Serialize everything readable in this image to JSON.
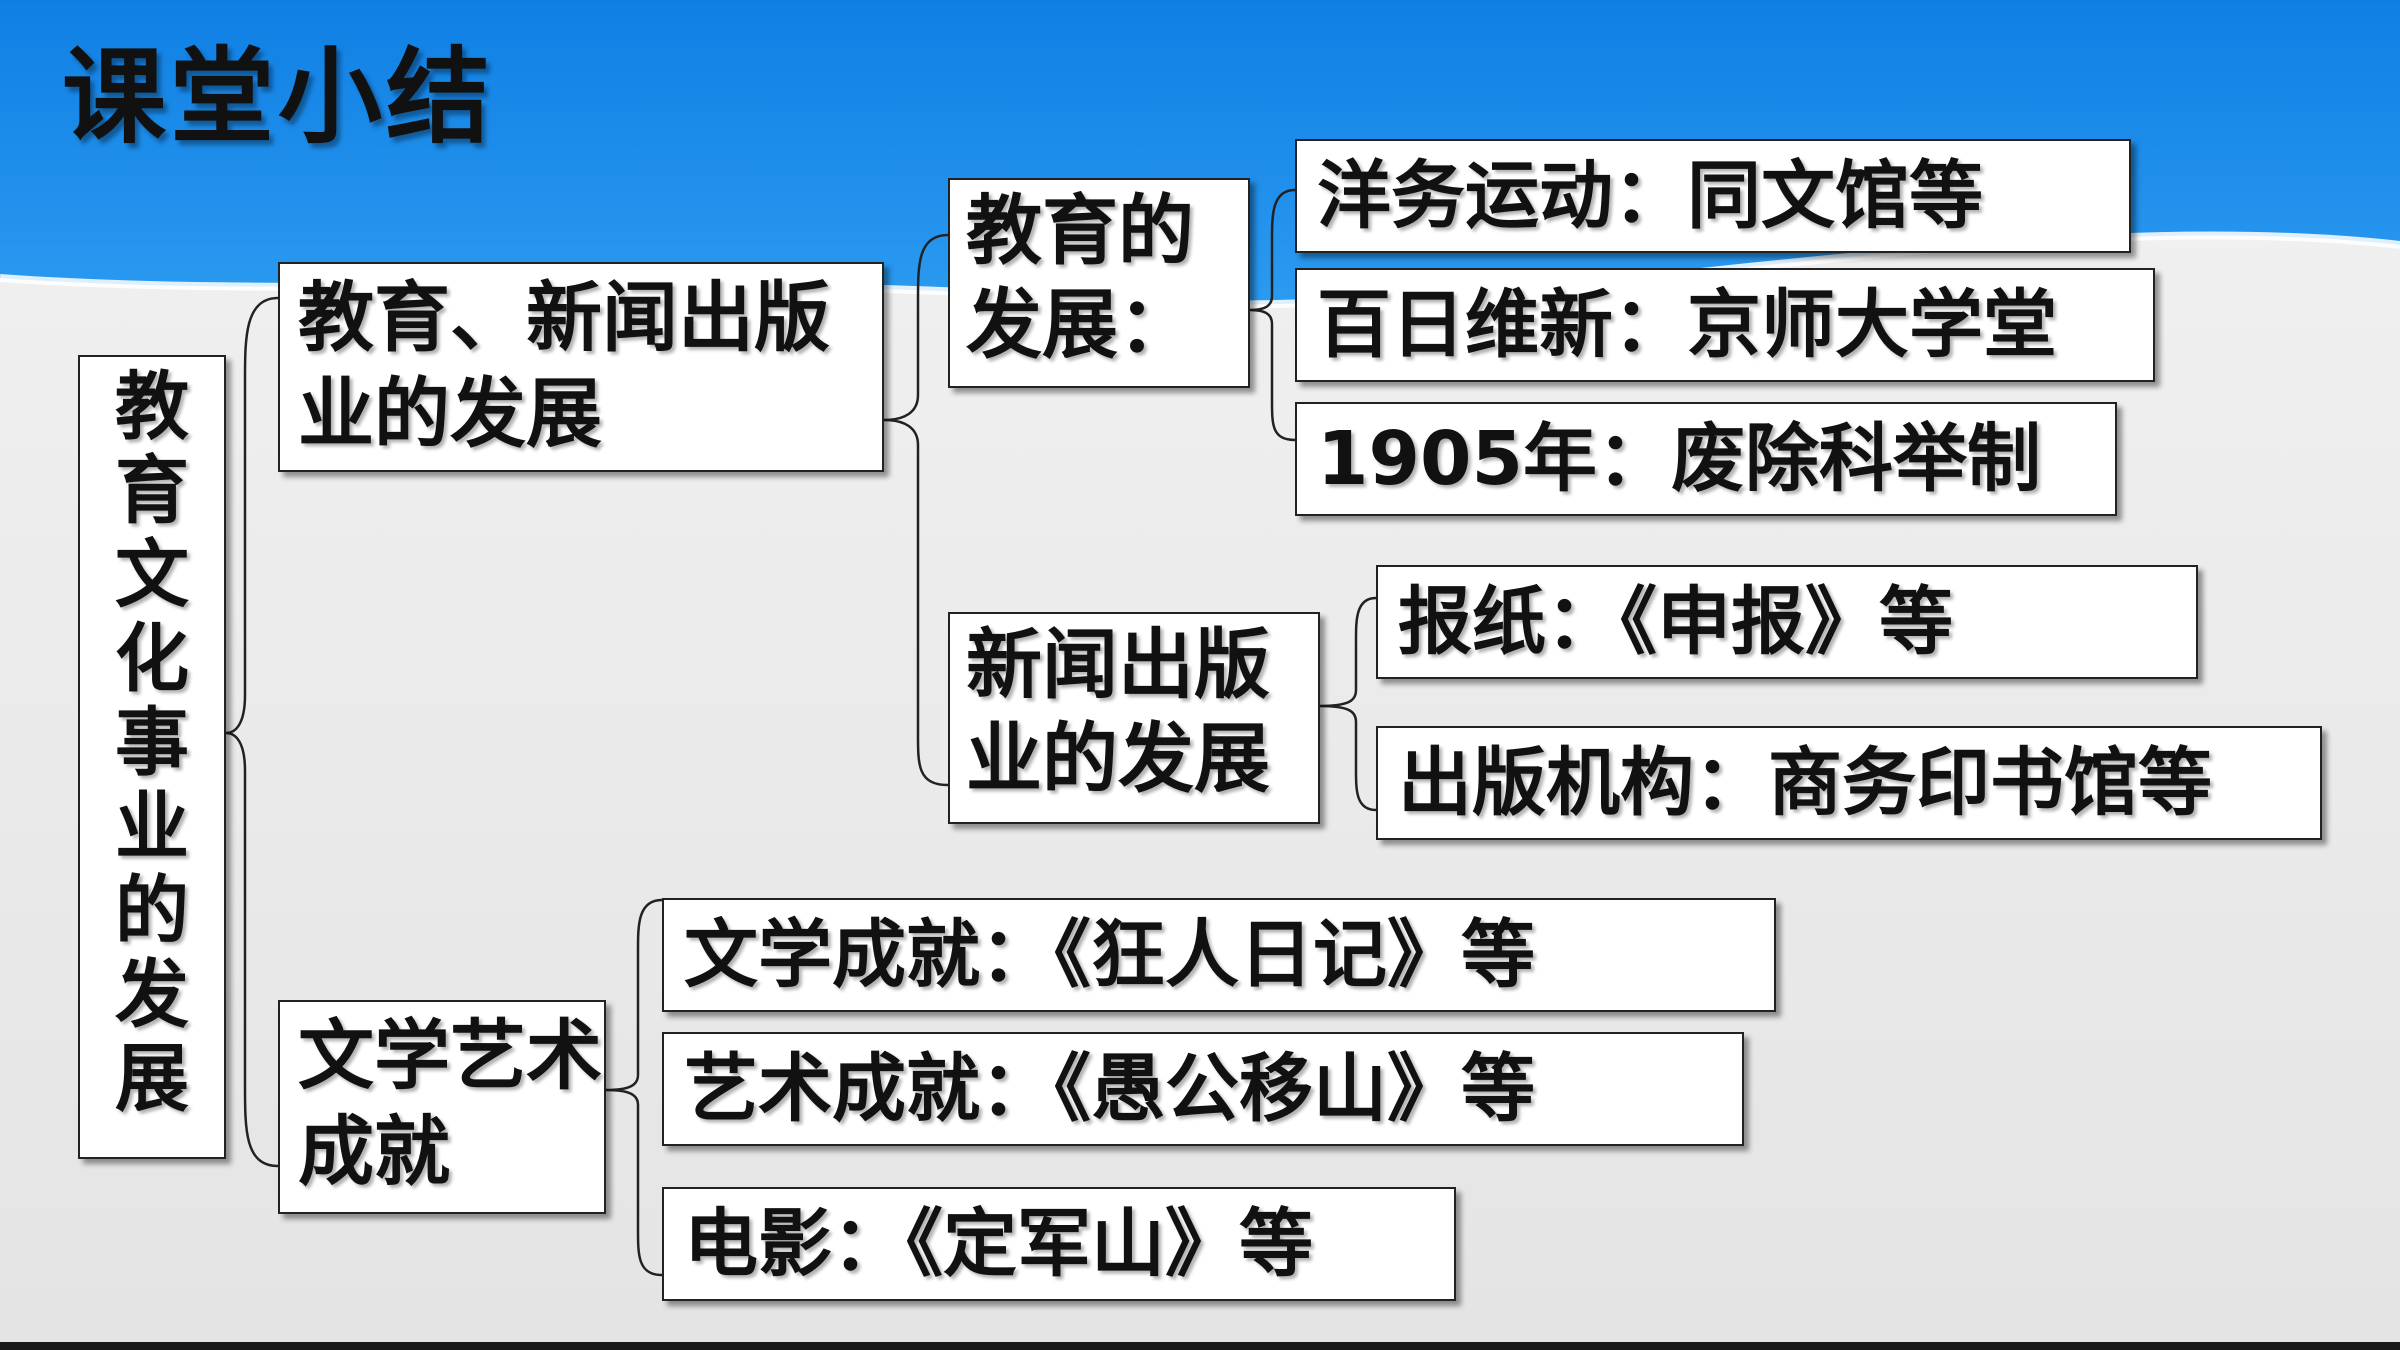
{
  "title": "课堂小结",
  "colors": {
    "header_blue": "#1585e6",
    "background": "#ebebeb",
    "border": "#222222"
  },
  "root": {
    "label": "教育文化事业的发展",
    "chars": [
      "教",
      "育",
      "文",
      "化",
      "事",
      "业",
      "的",
      "发",
      "展"
    ]
  },
  "education_press": {
    "label": "教育、新闻出版业的发展",
    "education": {
      "label": "教育的发展：",
      "items": [
        "洋务运动：同文馆等",
        "百日维新：京师大学堂",
        "1905年：废除科举制"
      ]
    },
    "press": {
      "label": "新闻出版业的发展",
      "items": [
        "报纸：《申报》等",
        "出版机构：商务印书馆等"
      ]
    }
  },
  "literature_art": {
    "label": "文学艺术成就",
    "items": [
      "文学成就：《狂人日记》等",
      "艺术成就：《愚公移山》等",
      "电影：《定军山》等"
    ]
  }
}
